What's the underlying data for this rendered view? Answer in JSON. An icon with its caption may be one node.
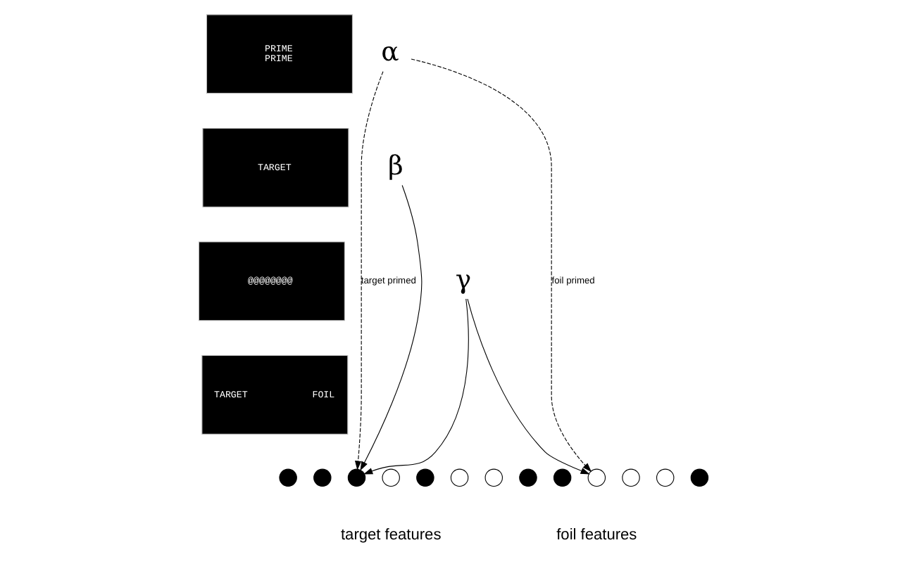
{
  "diagram": {
    "nodes": [
      {
        "text": [
          "PRIME",
          "PRIME"
        ]
      },
      {
        "text": [
          "TARGET"
        ]
      },
      {
        "text": [
          "@@@@@@@@"
        ]
      },
      {
        "text": [
          "TARGET",
          "FOIL"
        ]
      },
      {
        "text": [
          "α"
        ]
      },
      {
        "text": [
          "β"
        ]
      },
      {
        "text": [
          "γ"
        ]
      },
      {
        "text": [],
        "shape": "circle"
      },
      {
        "text": [],
        "shape": "circle"
      },
      {
        "text": [],
        "shape": "circle"
      },
      {
        "text": [],
        "shape": "circle"
      },
      {
        "text": [],
        "shape": "circle"
      },
      {
        "text": [],
        "shape": "circle"
      },
      {
        "text": [],
        "shape": "circle"
      },
      {
        "text": [],
        "shape": "circle"
      },
      {
        "text": [],
        "shape": "circle"
      },
      {
        "text": [],
        "shape": "circle"
      },
      {
        "text": [],
        "shape": "circle"
      },
      {
        "text": [],
        "shape": "circle"
      },
      {
        "text": [],
        "shape": "circle"
      }
    ],
    "edges": [
      {
        "from": 4,
        "to": 9,
        "arrow": "to",
        "style": "dashed",
        "label": "target primed"
      },
      {
        "from": 4,
        "to": 16,
        "arrow": "to",
        "style": "dashed",
        "label": "foil primed"
      },
      {
        "from": 5,
        "to": 9,
        "arrow": "to"
      },
      {
        "from": 6,
        "to": 9,
        "arrow": "to"
      },
      {
        "from": 6,
        "to": 16,
        "arrow": "to"
      }
    ],
    "labels": [
      "target features",
      "foil features"
    ]
  }
}
